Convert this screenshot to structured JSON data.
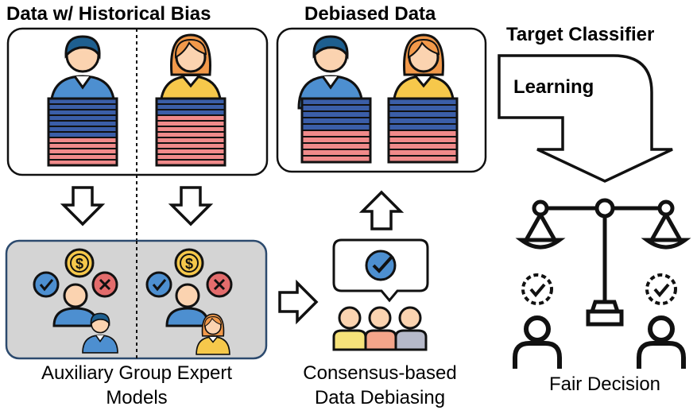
{
  "labels": {
    "historical_bias": "Data w/ Historical Bias",
    "debiased_data": "Debiased Data",
    "target_classifier": "Target Classifier",
    "learning": "Learning",
    "auxiliary_models_line1": "Auxiliary Group Expert",
    "auxiliary_models_line2": "Models",
    "consensus_line1": "Consensus-based",
    "consensus_line2": "Data Debiasing",
    "fair_decision": "Fair Decision"
  },
  "icons": {
    "male": "male-person-icon",
    "female": "female-person-icon",
    "coin": "dollar-coin-icon",
    "approve": "check-bubble-icon",
    "reject": "cross-bubble-icon",
    "consensus": "group-consensus-icon",
    "scale": "balance-scale-icon",
    "fair_person": "person-check-icon"
  },
  "colors": {
    "blue_rows": "#3b5ea8",
    "red_rows": "#f08a8a",
    "panel_gray": "#d4d4d4",
    "panel_border": "#2c4a6e",
    "male_shirt": "#4d8fd0",
    "female_shirt": "#f6c84b",
    "female_hair": "#f2994a",
    "male_hair": "#1e5f8f"
  }
}
